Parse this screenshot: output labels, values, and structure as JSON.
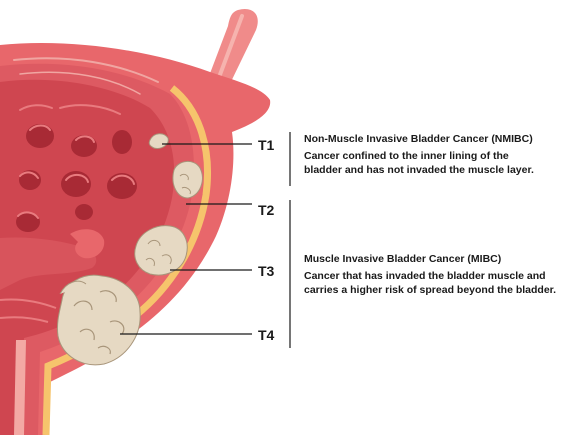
{
  "stages": [
    {
      "label": "T1"
    },
    {
      "label": "T2"
    },
    {
      "label": "T3"
    },
    {
      "label": "T4"
    }
  ],
  "nmibc": {
    "title": "Non-Muscle Invasive Bladder Cancer (NMIBC)",
    "description": "Cancer confined to the inner lining of the bladder and has not invaded the muscle layer."
  },
  "mibc": {
    "title": "Muscle Invasive Bladder Cancer (MIBC)",
    "description": "Cancer that has invaded the bladder muscle and carries a higher risk of spread beyond the bladder."
  },
  "colors": {
    "outer_wall": "#e8676b",
    "inner_cavity": "#cf4650",
    "fat_layer": "#f6c46c",
    "folds": "#b8303c",
    "highlight": "#f0a6a2",
    "tumor": "#e6d9c3",
    "tumor_detail": "#a8957a",
    "leader_line": "#1a1a1a"
  }
}
